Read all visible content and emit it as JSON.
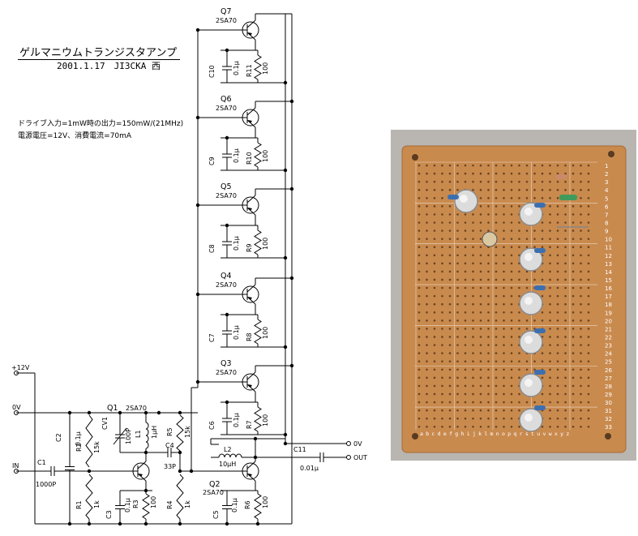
{
  "header": {
    "title": "ゲルマニウムトランジスタアンプ",
    "date_author": "2001.1.17　JI3CKA 西",
    "drive_note": "ドライブ入力=1mW時の出力=150mW/(21MHz)",
    "power_note": "電源電圧=12V、消費電流=70mA"
  },
  "terminals": {
    "vcc": "+12V",
    "gnd_left": "0V",
    "in": "IN",
    "gnd_right": "0V",
    "out": "OUT"
  },
  "stages": [
    {
      "q": "Q7",
      "type": "2SA70",
      "c": "C10",
      "c_val": "0.1μ",
      "r": "R11",
      "r_val": "100"
    },
    {
      "q": "Q6",
      "type": "2SA70",
      "c": "C9",
      "c_val": "0.1μ",
      "r": "R10",
      "r_val": "100"
    },
    {
      "q": "Q5",
      "type": "2SA70",
      "c": "C8",
      "c_val": "0.1μ",
      "r": "R9",
      "r_val": "100"
    },
    {
      "q": "Q4",
      "type": "2SA70",
      "c": "C7",
      "c_val": "0.1μ",
      "r": "R8",
      "r_val": "100"
    },
    {
      "q": "Q3",
      "type": "2SA70",
      "c": "C6",
      "c_val": "0.1μ",
      "r": "R7",
      "r_val": "100"
    }
  ],
  "parts": {
    "q1": "Q1",
    "q1_type": "2SA70",
    "q2": "Q2",
    "q2_type": "2SA70",
    "c1": "C1",
    "c1_val": "1000P",
    "c2": "C2",
    "c2_val": "0.1μ",
    "c3": "C3",
    "c3_val": "0.1μ",
    "c4": "C4",
    "c4_val": "33P",
    "c5": "C5",
    "c5_val": "0.1μ",
    "c11": "C11",
    "c11_val": "0.01μ",
    "cv1": "CV1",
    "cv1_val": "100P",
    "l1": "L1",
    "l1_val": "1μH",
    "l2": "L2",
    "l2_val": "10μH",
    "r1": "R1",
    "r1_val": "1k",
    "r2": "R2",
    "r2_val": "15k",
    "r3": "R3",
    "r3_val": "100",
    "r4": "R4",
    "r4_val": "1k",
    "r5": "R5",
    "r5_val": "15k",
    "r6": "R6",
    "r6_val": "100"
  },
  "board": {
    "row_labels": [
      "1",
      "2",
      "3",
      "4",
      "5",
      "6",
      "7",
      "8",
      "9",
      "10",
      "11",
      "12",
      "13",
      "14",
      "15",
      "16",
      "17",
      "18",
      "19",
      "20",
      "21",
      "22",
      "23",
      "24",
      "25",
      "26",
      "27",
      "28",
      "29",
      "30",
      "31",
      "32",
      "33"
    ],
    "col_labels": "abcdefghijklmnopqrstuvwxyz"
  },
  "colors": {
    "board": "#c98a4e",
    "board_dark": "#a86a33",
    "board_bg": "#b9b5b0",
    "transistor": "#dcdcdc"
  }
}
